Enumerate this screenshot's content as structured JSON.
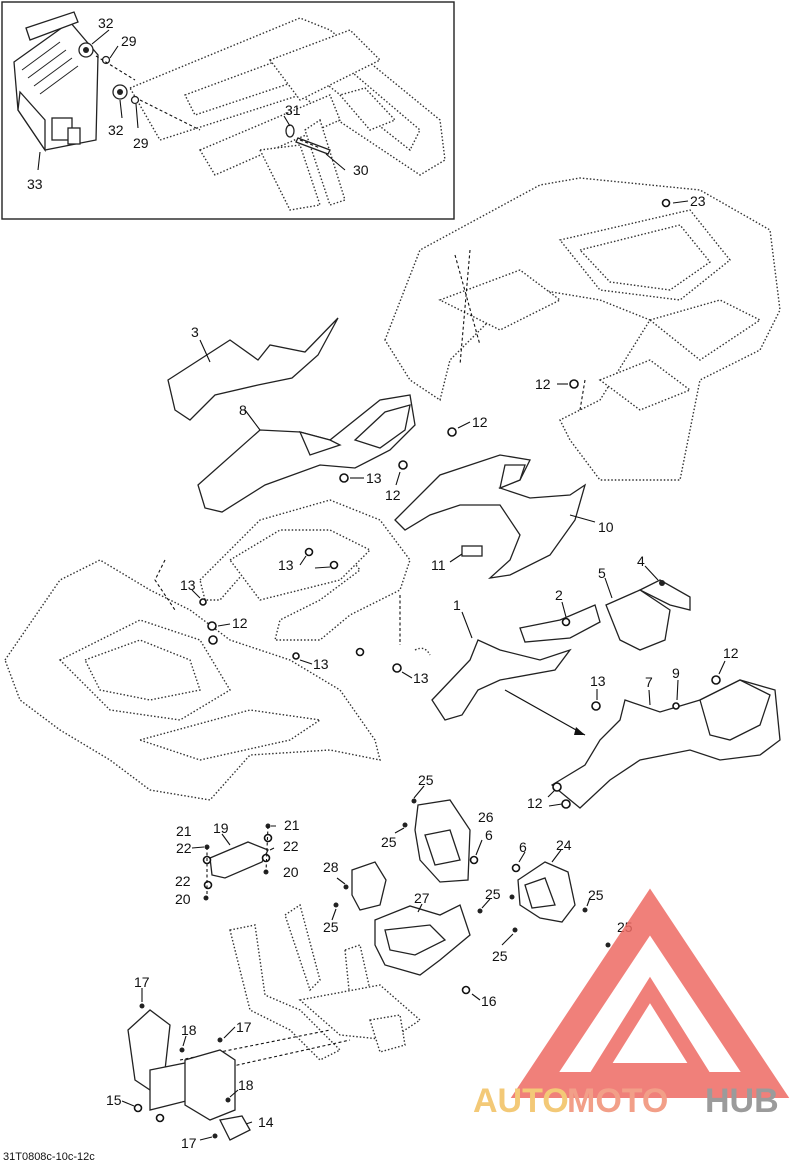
{
  "diagram_code": "31T0808c-10c-12c",
  "logo": {
    "word_a": "AUTO",
    "word_b": "MOTO",
    "word_c": "HUB",
    "color_a": "#f2c060",
    "color_b": "#f08f74",
    "color_c": "#8a8a8a",
    "triangle_color": "#ee6a63"
  },
  "callouts": {
    "c32a": "32",
    "c29a": "29",
    "c31": "31",
    "c32b": "32",
    "c29b": "29",
    "c30": "30",
    "c33": "33",
    "c23": "23",
    "c3": "3",
    "c8": "8",
    "c12a": "12",
    "c12b": "12",
    "c12c": "12",
    "c13a": "13",
    "c10": "10",
    "c13b": "13",
    "c11": "11",
    "c13c": "13",
    "c12d": "12",
    "c13d": "13",
    "c13e": "13",
    "c4": "4",
    "c2": "2",
    "c5": "5",
    "c1": "1",
    "c9": "9",
    "c12e": "12",
    "c13f": "13",
    "c7": "7",
    "c12f": "12",
    "c25a": "25",
    "c26": "26",
    "c21a": "21",
    "c19": "19",
    "c21b": "21",
    "c22a": "22",
    "c25b": "25",
    "c6a": "6",
    "c22b": "22",
    "c6b": "6",
    "c24": "24",
    "c28": "28",
    "c20a": "20",
    "c22c": "22",
    "c20b": "20",
    "c27": "27",
    "c25c": "25",
    "c25d": "25",
    "c25e": "25",
    "c25f": "25",
    "c16": "16",
    "c17a": "17",
    "c18a": "18",
    "c17b": "17",
    "c15": "15",
    "c18b": "18",
    "c14": "14",
    "c17c": "17"
  }
}
